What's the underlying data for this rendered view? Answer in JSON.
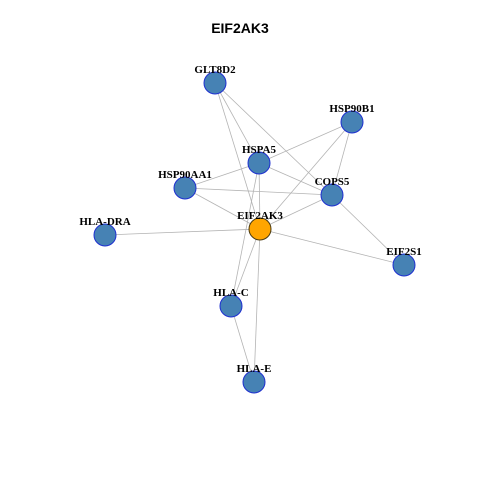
{
  "title": "EIF2AK3",
  "colors": {
    "background": "#ffffff",
    "edge": "#b4b4b4",
    "node_fill": "#4682b4",
    "node_stroke": "#1e2fd0",
    "center_fill": "#ffa500",
    "center_stroke": "#4a3a10",
    "label": "#000000"
  },
  "graph": {
    "center": "EIF2AK3",
    "nodes": [
      {
        "id": "GLT8D2",
        "label": "GLT8D2"
      },
      {
        "id": "HSP90B1",
        "label": "HSP90B1"
      },
      {
        "id": "HSPA5",
        "label": "HSPA5"
      },
      {
        "id": "HSP90AA1",
        "label": "HSP90AA1"
      },
      {
        "id": "COPS5",
        "label": "COPS5"
      },
      {
        "id": "EIF2AK3",
        "label": "EIF2AK3"
      },
      {
        "id": "HLA-DRA",
        "label": "HLA-DRA"
      },
      {
        "id": "EIF2S1",
        "label": "EIF2S1"
      },
      {
        "id": "HLA-C",
        "label": "HLA-C"
      },
      {
        "id": "HLA-E",
        "label": "HLA-E"
      }
    ],
    "edges": [
      [
        "GLT8D2",
        "HSPA5"
      ],
      [
        "GLT8D2",
        "EIF2AK3"
      ],
      [
        "GLT8D2",
        "COPS5"
      ],
      [
        "HSP90B1",
        "HSPA5"
      ],
      [
        "HSP90B1",
        "COPS5"
      ],
      [
        "HSP90B1",
        "EIF2AK3"
      ],
      [
        "HSPA5",
        "HSP90AA1"
      ],
      [
        "HSPA5",
        "COPS5"
      ],
      [
        "HSPA5",
        "EIF2AK3"
      ],
      [
        "HSPA5",
        "HLA-C"
      ],
      [
        "HSP90AA1",
        "COPS5"
      ],
      [
        "HSP90AA1",
        "EIF2AK3"
      ],
      [
        "COPS5",
        "EIF2AK3"
      ],
      [
        "COPS5",
        "EIF2S1"
      ],
      [
        "EIF2AK3",
        "HLA-DRA"
      ],
      [
        "EIF2AK3",
        "EIF2S1"
      ],
      [
        "EIF2AK3",
        "HLA-C"
      ],
      [
        "EIF2AK3",
        "HLA-E"
      ],
      [
        "HLA-C",
        "HLA-E"
      ]
    ]
  }
}
